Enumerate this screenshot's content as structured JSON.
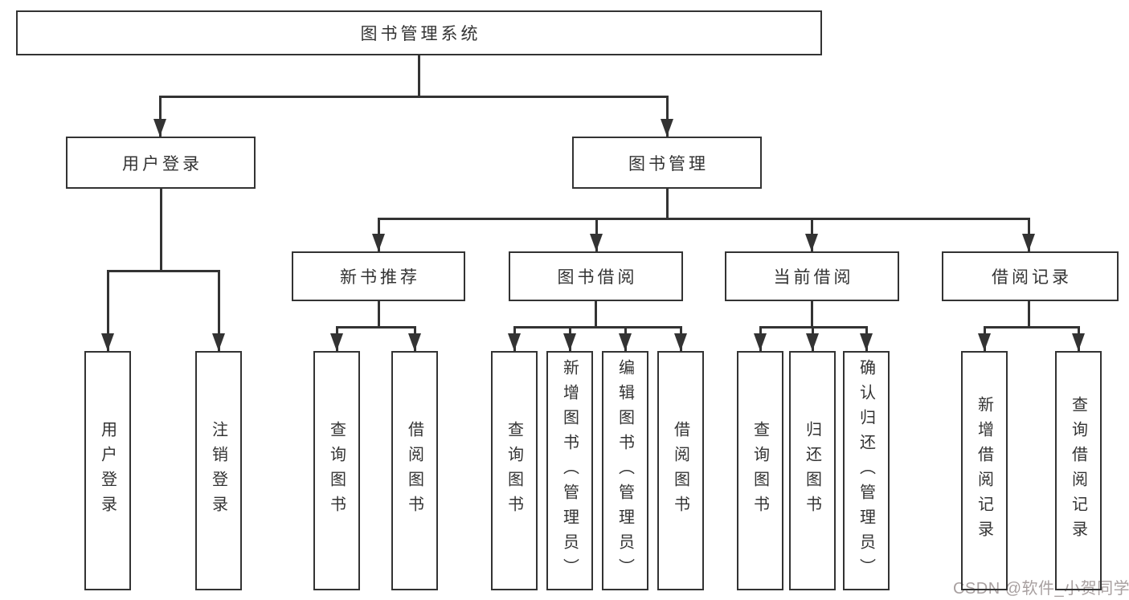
{
  "diagram": {
    "title": "图书管理系统",
    "children": [
      {
        "label": "用户登录",
        "leaves": [
          "用户登录",
          "注销登录"
        ]
      },
      {
        "label": "图书管理",
        "branches": [
          {
            "label": "新书推荐",
            "leaves": [
              "查询图书",
              "借阅图书"
            ]
          },
          {
            "label": "图书借阅",
            "leaves": [
              "查询图书",
              "新增图书（管理员）",
              "编辑图书（管理员）",
              "借阅图书"
            ]
          },
          {
            "label": "当前借阅",
            "leaves": [
              "查询图书",
              "归还图书",
              "确认归还（管理员）"
            ]
          },
          {
            "label": "借阅记录",
            "leaves": [
              "新增借阅记录",
              "查询借阅记录"
            ]
          }
        ]
      }
    ]
  },
  "watermark": "CSDN @软件_小贺同学",
  "colors": {
    "line": "#333333",
    "box_border": "#333333",
    "text": "#333333",
    "background": "#ffffff",
    "watermark": "#a8a0a0"
  }
}
